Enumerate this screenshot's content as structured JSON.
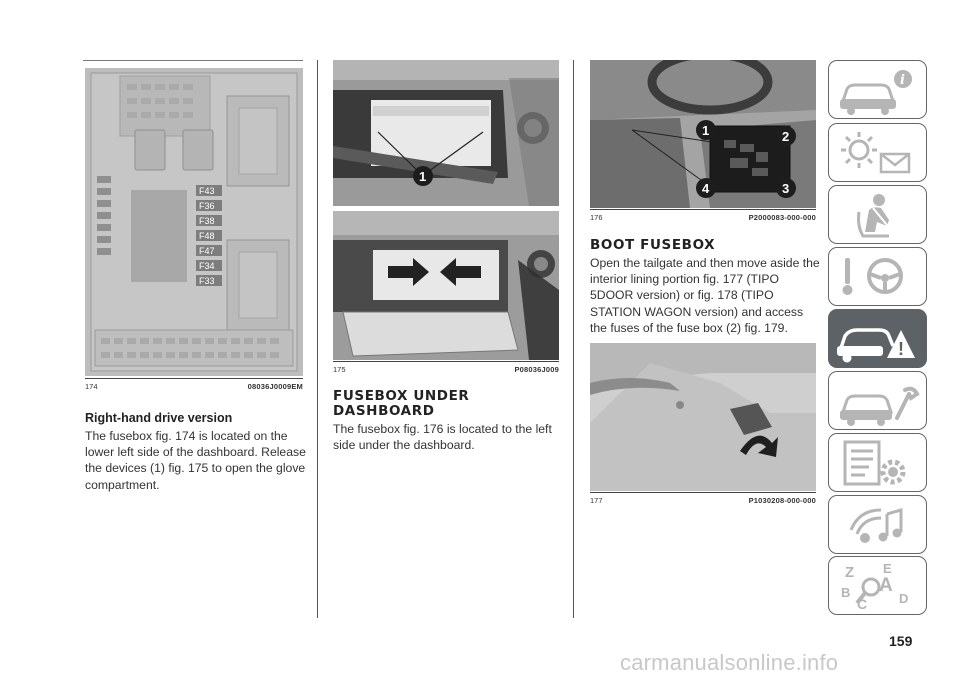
{
  "col1": {
    "figure": {
      "number": "174",
      "code": "08036J0009EM",
      "fuse_labels": [
        "F43",
        "F36",
        "F38",
        "F48",
        "F47",
        "F34",
        "F33"
      ]
    },
    "heading": "Right-hand drive version",
    "body": "The fusebox fig. 174 is located on the lower left side of the dashboard. Release the devices (1) fig. 175 to open the glove compartment."
  },
  "col2": {
    "figure": {
      "number": "175",
      "code": "P08036J009",
      "callout": "1"
    },
    "heading": "FUSEBOX UNDER DASHBOARD",
    "body": "The fusebox fig. 176 is located to the left side under the dashboard."
  },
  "col3": {
    "figure_top": {
      "number": "176",
      "code": "P2000083-000-000",
      "callouts": [
        "1",
        "2",
        "3",
        "4"
      ]
    },
    "heading": "BOOT FUSEBOX",
    "body": "Open the tailgate and then move aside the interior lining portion fig. 177 (TIPO 5DOOR version) or fig. 178 (TIPO STATION WAGON version) and access the fuses of the fuse box (2) fig. 179.",
    "figure_bottom": {
      "number": "177",
      "code": "P1030208-000-000"
    }
  },
  "sidebar": {
    "active_index": 4,
    "tabs": [
      {
        "icon": "car-info-icon"
      },
      {
        "icon": "warning-lights-message-icon"
      },
      {
        "icon": "seat-airbag-icon"
      },
      {
        "icon": "steering-wheel-key-icon"
      },
      {
        "icon": "car-emergency-warning-icon"
      },
      {
        "icon": "car-maintenance-wrench-icon"
      },
      {
        "icon": "technical-data-gear-icon"
      },
      {
        "icon": "multimedia-music-icon"
      },
      {
        "icon": "alphabetical-index-icon"
      }
    ],
    "index_letters": [
      "Z",
      "E",
      "A",
      "B",
      "C",
      "D"
    ]
  },
  "page_number": "159",
  "watermark": "carmanualsonline.info"
}
